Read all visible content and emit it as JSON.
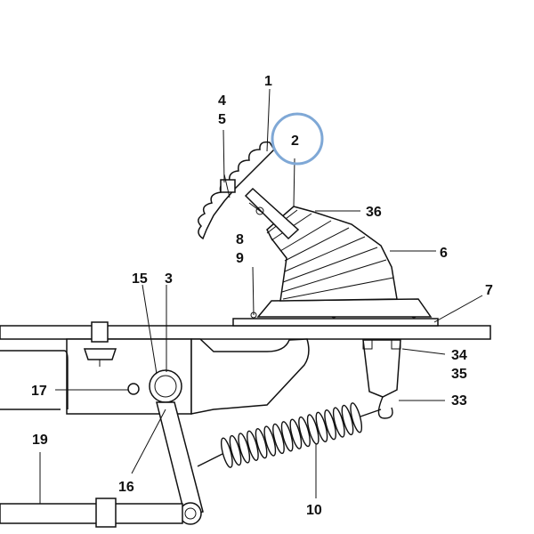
{
  "callouts": {
    "c1": "1",
    "c2": "2",
    "c3": "3",
    "c4": "4",
    "c5": "5",
    "c6": "6",
    "c7": "7",
    "c8": "8",
    "c9": "9",
    "c10": "10",
    "c15": "15",
    "c16": "16",
    "c17": "17",
    "c19": "19",
    "c33": "33",
    "c34": "34",
    "c35": "35",
    "c36": "36"
  },
  "highlight": {
    "color": "#7fa8d6",
    "target": "2"
  }
}
